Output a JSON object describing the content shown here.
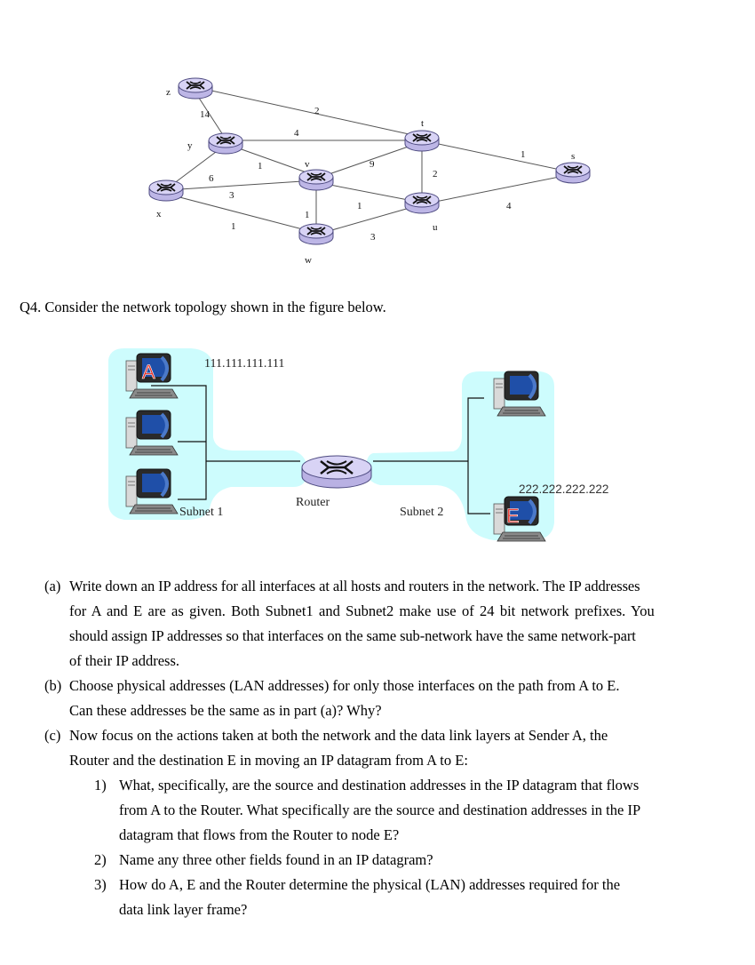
{
  "graph": {
    "nodes": [
      {
        "id": "z",
        "label": "z"
      },
      {
        "id": "y",
        "label": "y"
      },
      {
        "id": "x",
        "label": "x"
      },
      {
        "id": "v",
        "label": "v"
      },
      {
        "id": "w",
        "label": "w"
      },
      {
        "id": "t",
        "label": "t"
      },
      {
        "id": "u",
        "label": "u"
      },
      {
        "id": "s",
        "label": "s"
      }
    ],
    "edges": [
      {
        "from": "z",
        "to": "y",
        "weight": "14"
      },
      {
        "from": "z",
        "to": "t",
        "weight": "2"
      },
      {
        "from": "y",
        "to": "t",
        "weight": "4"
      },
      {
        "from": "y",
        "to": "x",
        "weight": "6"
      },
      {
        "from": "y",
        "to": "v",
        "weight": "1"
      },
      {
        "from": "x",
        "to": "v",
        "weight": "3"
      },
      {
        "from": "x",
        "to": "w",
        "weight": "1"
      },
      {
        "from": "v",
        "to": "t",
        "weight": "9"
      },
      {
        "from": "v",
        "to": "w",
        "weight": "1"
      },
      {
        "from": "v",
        "to": "u",
        "weight": "1"
      },
      {
        "from": "w",
        "to": "u",
        "weight": "3"
      },
      {
        "from": "t",
        "to": "u",
        "weight": "2"
      },
      {
        "from": "t",
        "to": "s",
        "weight": "1"
      },
      {
        "from": "u",
        "to": "s",
        "weight": "4"
      }
    ]
  },
  "question": {
    "title": "Q4. Consider the network topology shown in the figure below."
  },
  "topology": {
    "ip_a": "111.111.111.111",
    "ip_e": "222.222.222.222",
    "host_a": "A",
    "host_e": "E",
    "subnet1": "Subnet 1",
    "subnet2": "Subnet 2",
    "router": "Router"
  },
  "parts": [
    {
      "marker": "(a)",
      "lines": [
        "Write down an IP address for all interfaces at all hosts and routers in the network. The IP addresses",
        "for A and E are as given. Both Subnet1 and Subnet2 make use of 24 bit network prefixes. You",
        "should assign IP addresses so that interfaces on the same sub-network have the same network-part",
        "of their IP address."
      ]
    },
    {
      "marker": "(b)",
      "lines": [
        "Choose physical addresses (LAN addresses) for only those interfaces on the path from A to E.",
        "Can these addresses be the same as in part (a)? Why?"
      ]
    },
    {
      "marker": "(c)",
      "lines": [
        "Now focus on the actions taken at both the network and the data link layers at Sender A, the",
        "Router and the destination E in moving an IP datagram from A to E:"
      ]
    }
  ],
  "subparts": [
    {
      "marker": "1)",
      "lines": [
        "What, specifically, are the source and destination addresses in the IP datagram that flows",
        "from A to the Router. What specifically are the source and destination addresses in the IP",
        "datagram that flows from the Router to node E?"
      ]
    },
    {
      "marker": "2)",
      "lines": [
        "Name any three other fields found in an IP datagram?"
      ]
    },
    {
      "marker": "3)",
      "lines": [
        "How do A, E and the Router determine the physical (LAN) addresses required for the",
        "data link layer frame?"
      ]
    }
  ]
}
